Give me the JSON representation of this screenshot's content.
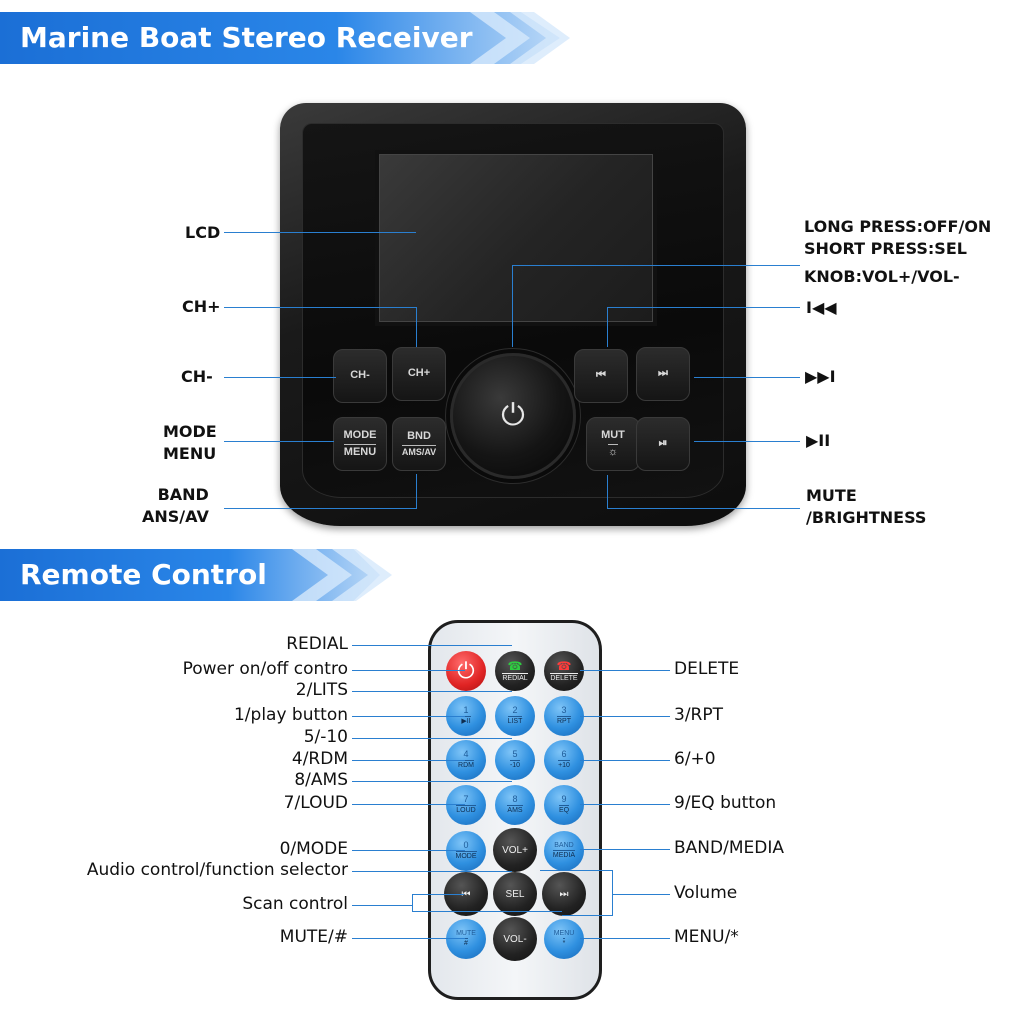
{
  "sections": {
    "stereo_title": "Marine Boat Stereo Receiver",
    "remote_title": "Remote Control"
  },
  "stereo": {
    "buttons": {
      "ch_minus": "CH-",
      "ch_plus": "CH+",
      "mode": "MODE",
      "menu": "MENU",
      "bnd": "BND",
      "ams_av": "AMS/AV",
      "prev": "⏮",
      "next": "⏭",
      "mut": "MUT",
      "brightness": "☼",
      "play_pause": "⏯",
      "power": "⏻"
    },
    "labels": {
      "lcd": "LCD",
      "ch_plus": "CH+",
      "ch_minus": "CH-",
      "mode_line1": "MODE",
      "mode_line2": "MENU",
      "band_line1": "BAND",
      "band_line2": "ANS/AV",
      "knob_line1": "LONG PRESS:OFF/ON",
      "knob_line2": "SHORT PRESS:SEL",
      "knob_line3": "KNOB:VOL+/VOL-",
      "prev": "I◀◀",
      "next": "▶▶I",
      "play_pause": "▶II",
      "mute_line1": "MUTE",
      "mute_line2": "/BRIGHTNESS"
    }
  },
  "remote": {
    "buttons": {
      "power": "⏻",
      "redial": "REDIAL",
      "delete": "DELETE",
      "b1_num": "1",
      "b1_txt": "▶II",
      "b2_num": "2",
      "b2_txt": "LIST",
      "b3_num": "3",
      "b3_txt": "RPT",
      "b4_num": "4",
      "b4_txt": "RDM",
      "b5_num": "5",
      "b5_txt": "-10",
      "b6_num": "6",
      "b6_txt": "+10",
      "b7_num": "7",
      "b7_txt": "LOUD",
      "b8_num": "8",
      "b8_txt": "AMS",
      "b9_num": "9",
      "b9_txt": "EQ",
      "b0_num": "0",
      "b0_txt": "MODE",
      "band_line1": "BAND",
      "band_line2": "MEDIA",
      "vol_plus": "VOL+",
      "vol_minus": "VOL-",
      "sel": "SEL",
      "prev": "⏮",
      "next": "⏭",
      "mute_num": "MUTE",
      "mute_txt": "#",
      "menu_num": "MENU",
      "menu_txt": "*"
    },
    "labels": {
      "redial": "REDIAL",
      "power": "Power on/off contro",
      "list": "2/LITS",
      "play": "1/play button",
      "minus10": "5/-10",
      "rdm": "4/RDM",
      "ams": "8/AMS",
      "loud": "7/LOUD",
      "mode": "0/MODE",
      "audio": "Audio control/function selector",
      "scan": "Scan control",
      "mute": "MUTE/#",
      "delete": "DELETE",
      "rpt": "3/RPT",
      "plus10": "6/+0",
      "eq": "9/EQ button",
      "band": "BAND/MEDIA",
      "volume": "Volume",
      "menu": "MENU/*"
    }
  }
}
